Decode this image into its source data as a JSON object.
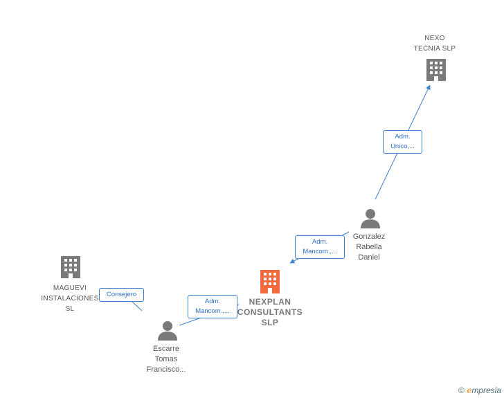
{
  "nodes": {
    "nexo": {
      "label": "NEXO\nTECNIA SLP",
      "type": "company",
      "color": "#7a7a7a"
    },
    "gonzalez": {
      "label": "Gonzalez\nRabella\nDaniel",
      "type": "person",
      "color": "#7a7a7a"
    },
    "nexplan": {
      "label": "NEXPLAN\nCONSULTANTS\nSLP",
      "type": "company",
      "color": "#f26a3d"
    },
    "maguevi": {
      "label": "MAGUEVI\nINSTALACIONES\nSL",
      "type": "company",
      "color": "#7a7a7a"
    },
    "escarre": {
      "label": "Escarre\nTomas\nFrancisco...",
      "type": "person",
      "color": "#7a7a7a"
    }
  },
  "edges": [
    {
      "id": "gonzalez-nexo",
      "label": "Adm.\nUnico,..."
    },
    {
      "id": "gonzalez-nexplan",
      "label": "Adm.\nMancom.,..."
    },
    {
      "id": "escarre-nexplan",
      "label": "Adm.\nMancom.,..."
    },
    {
      "id": "escarre-maguevi",
      "label": "Consejero"
    }
  ],
  "colors": {
    "edge": "#3a80d0",
    "label_text": "#2d6fc4"
  },
  "watermark": {
    "symbol": "©",
    "brand_initial": "e",
    "brand_rest": "mpresia"
  }
}
